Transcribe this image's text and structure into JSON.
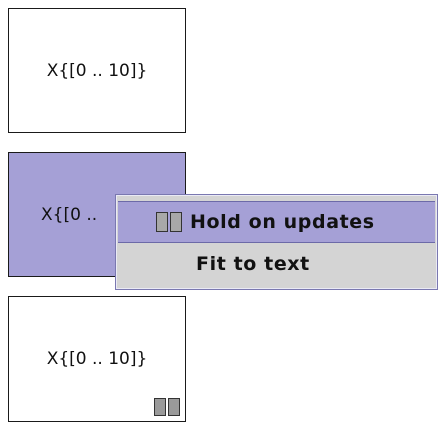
{
  "nodes": [
    {
      "label": "X{[0 .. 10]}"
    },
    {
      "label": "X{[0 .."
    },
    {
      "label": "X{[0 .. 10]}"
    }
  ],
  "context_menu": {
    "items": [
      {
        "label": "Hold on updates",
        "icon": "pause-icon"
      },
      {
        "label": "Fit to text"
      }
    ]
  },
  "colors": {
    "selection": "#a5a0d6",
    "menu_background": "#d4d4d4"
  }
}
